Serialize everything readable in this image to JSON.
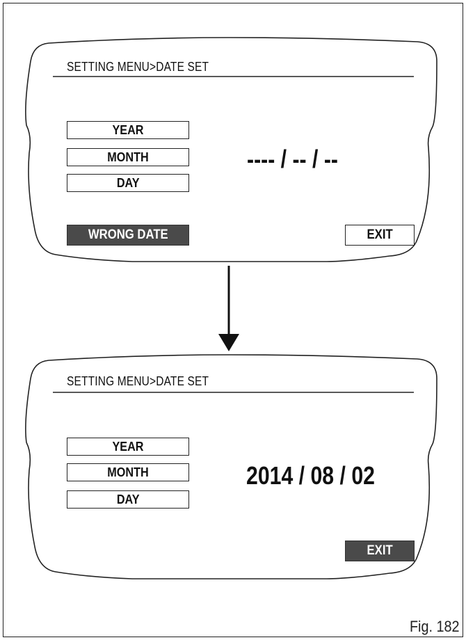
{
  "figure_label": "Fig. 182",
  "panel_top": {
    "breadcrumb": "SETTING MENU>DATE SET",
    "fields": {
      "year": "YEAR",
      "month": "MONTH",
      "day": "DAY"
    },
    "date_value": "---- / -- / --",
    "status_button": "WRONG DATE",
    "exit_button": "EXIT"
  },
  "panel_bottom": {
    "breadcrumb": "SETTING MENU>DATE SET",
    "fields": {
      "year": "YEAR",
      "month": "MONTH",
      "day": "DAY"
    },
    "date_value": "2014 / 08 / 02",
    "exit_button": "EXIT"
  }
}
